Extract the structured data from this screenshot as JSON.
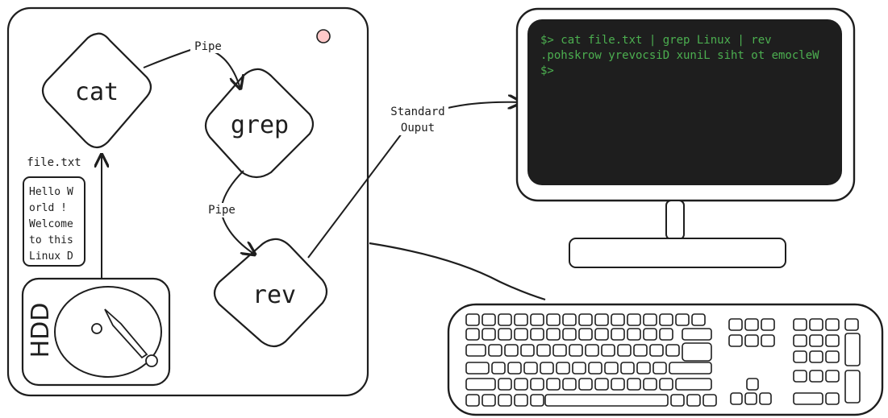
{
  "nodes": {
    "cat": "cat",
    "grep": "grep",
    "rev": "rev"
  },
  "edges": {
    "pipe1": "Pipe",
    "pipe2": "Pipe",
    "stdout_line1": "Standard",
    "stdout_line2": "Ouput"
  },
  "file": {
    "name": "file.txt",
    "lines": [
      "Hello W",
      "orld !",
      "Welcome",
      "to this",
      "Linux D"
    ]
  },
  "hdd": {
    "label": "HDD"
  },
  "terminal": {
    "lines": [
      "$> cat file.txt | grep Linux | rev",
      ".pohskrow yrevocsiD xuniL siht ot emocleW",
      "$>"
    ],
    "text_color": "#4caf50",
    "background": "#1e1e1e"
  },
  "colors": {
    "stroke": "#1e1e1e",
    "indicator": "#ffc9c9"
  }
}
